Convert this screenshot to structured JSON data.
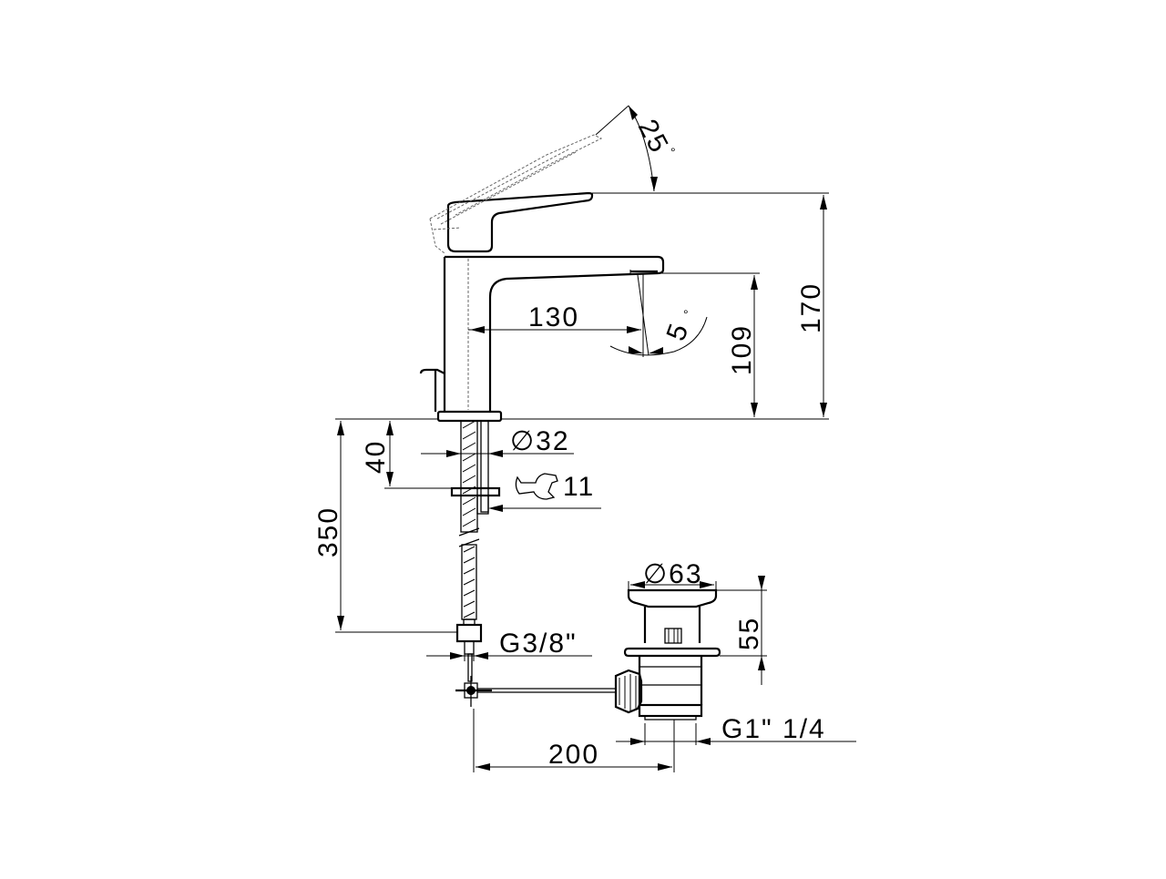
{
  "labels": {
    "angle_lever": "25",
    "angle_spout": "5",
    "degree": "°",
    "spout_reach": "130",
    "spout_height": "109",
    "total_height": "170",
    "shank_diameter": "∅32",
    "shank_depth": "40",
    "wrench_size": "11",
    "hose_length": "350",
    "hose_thread": "G3/8\"",
    "waste_diameter": "∅63",
    "waste_height": "55",
    "waste_thread": "G1\" 1/4",
    "rod_length": "200"
  },
  "icons": {
    "wrench": "wrench-icon"
  }
}
